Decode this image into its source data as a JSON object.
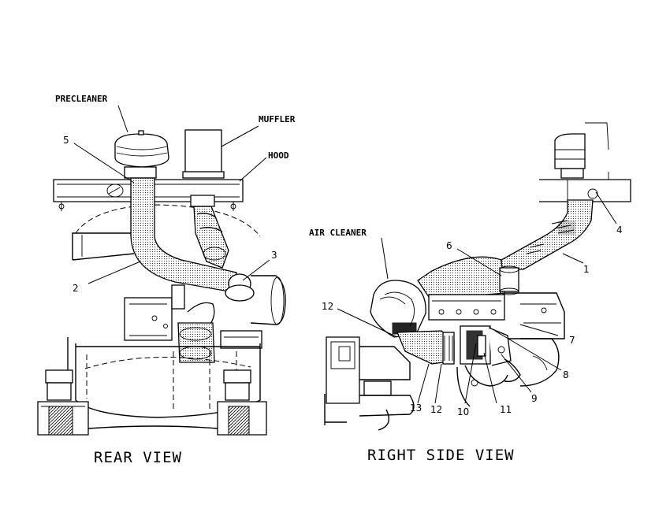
{
  "rear_view": {
    "title": "REAR VIEW",
    "labels": {
      "precleaner": "PRECLEANER",
      "muffler": "MUFFLER",
      "hood": "HOOD"
    },
    "callouts": [
      "5",
      "2",
      "3"
    ]
  },
  "right_view": {
    "title": "RIGHT SIDE VIEW",
    "labels": {
      "air_cleaner": "AIR CLEANER"
    },
    "callouts": [
      "4",
      "1",
      "6",
      "12",
      "7",
      "8",
      "9",
      "11",
      "10",
      "12",
      "13"
    ]
  }
}
